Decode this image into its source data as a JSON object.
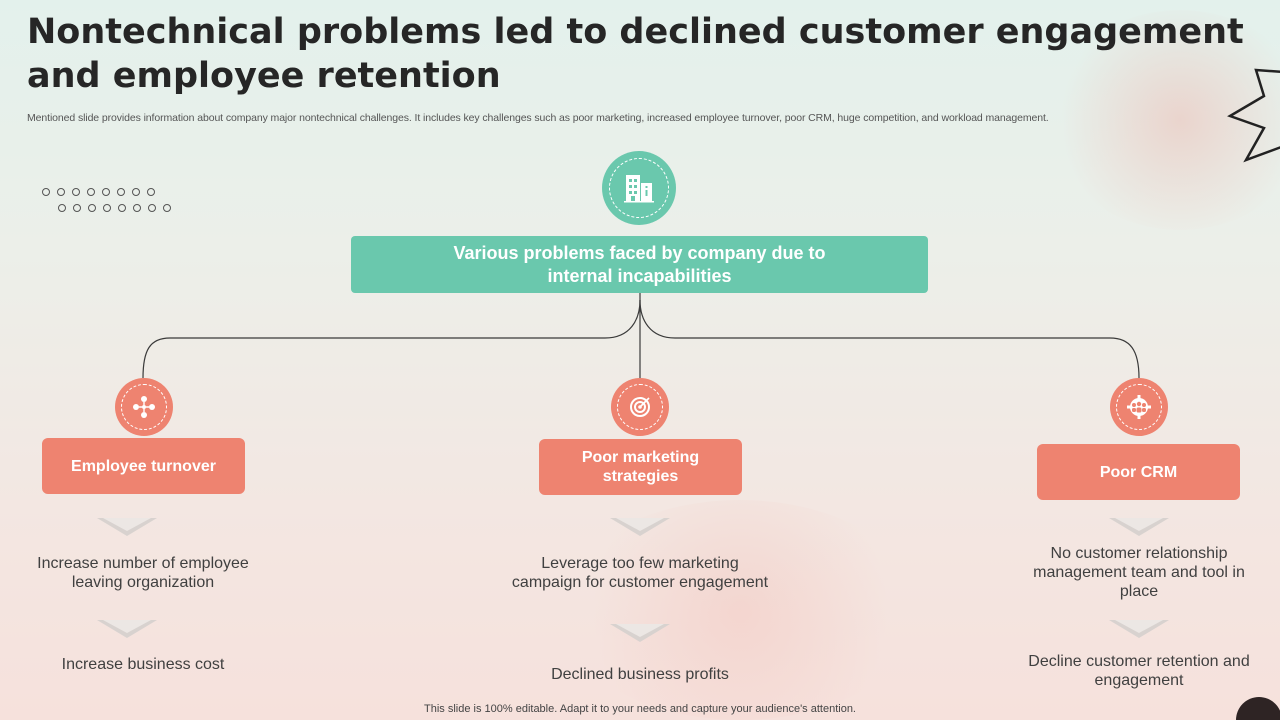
{
  "header": {
    "title": "Nontechnical problems led to declined customer engagement and employee retention",
    "subtitle": "Mentioned slide provides information about company major nontechnical challenges. It includes key challenges such as poor marketing, increased employee turnover, poor CRM, huge competition, and workload management."
  },
  "diagram": {
    "root": {
      "icon": "office-building-icon",
      "label": "Various problems faced by company due to internal incapabilities"
    },
    "branches": [
      {
        "icon": "people-network-icon",
        "label": "Employee turnover",
        "effect": "Increase number of employee leaving organization",
        "result": "Increase business cost"
      },
      {
        "icon": "marketing-target-icon",
        "label": "Poor marketing strategies",
        "effect": "Leverage too few marketing campaign for customer engagement",
        "result": "Declined business profits"
      },
      {
        "icon": "customer-group-gear-icon",
        "label": "Poor CRM",
        "effect": "No customer relationship management team and tool in place",
        "result": "Decline customer retention and engagement"
      }
    ]
  },
  "colors": {
    "teal": "#6ac8ad",
    "coral": "#ee8370",
    "title": "#262626"
  },
  "footer": {
    "note": "This slide is 100% editable. Adapt it to your needs and capture your audience's attention."
  }
}
